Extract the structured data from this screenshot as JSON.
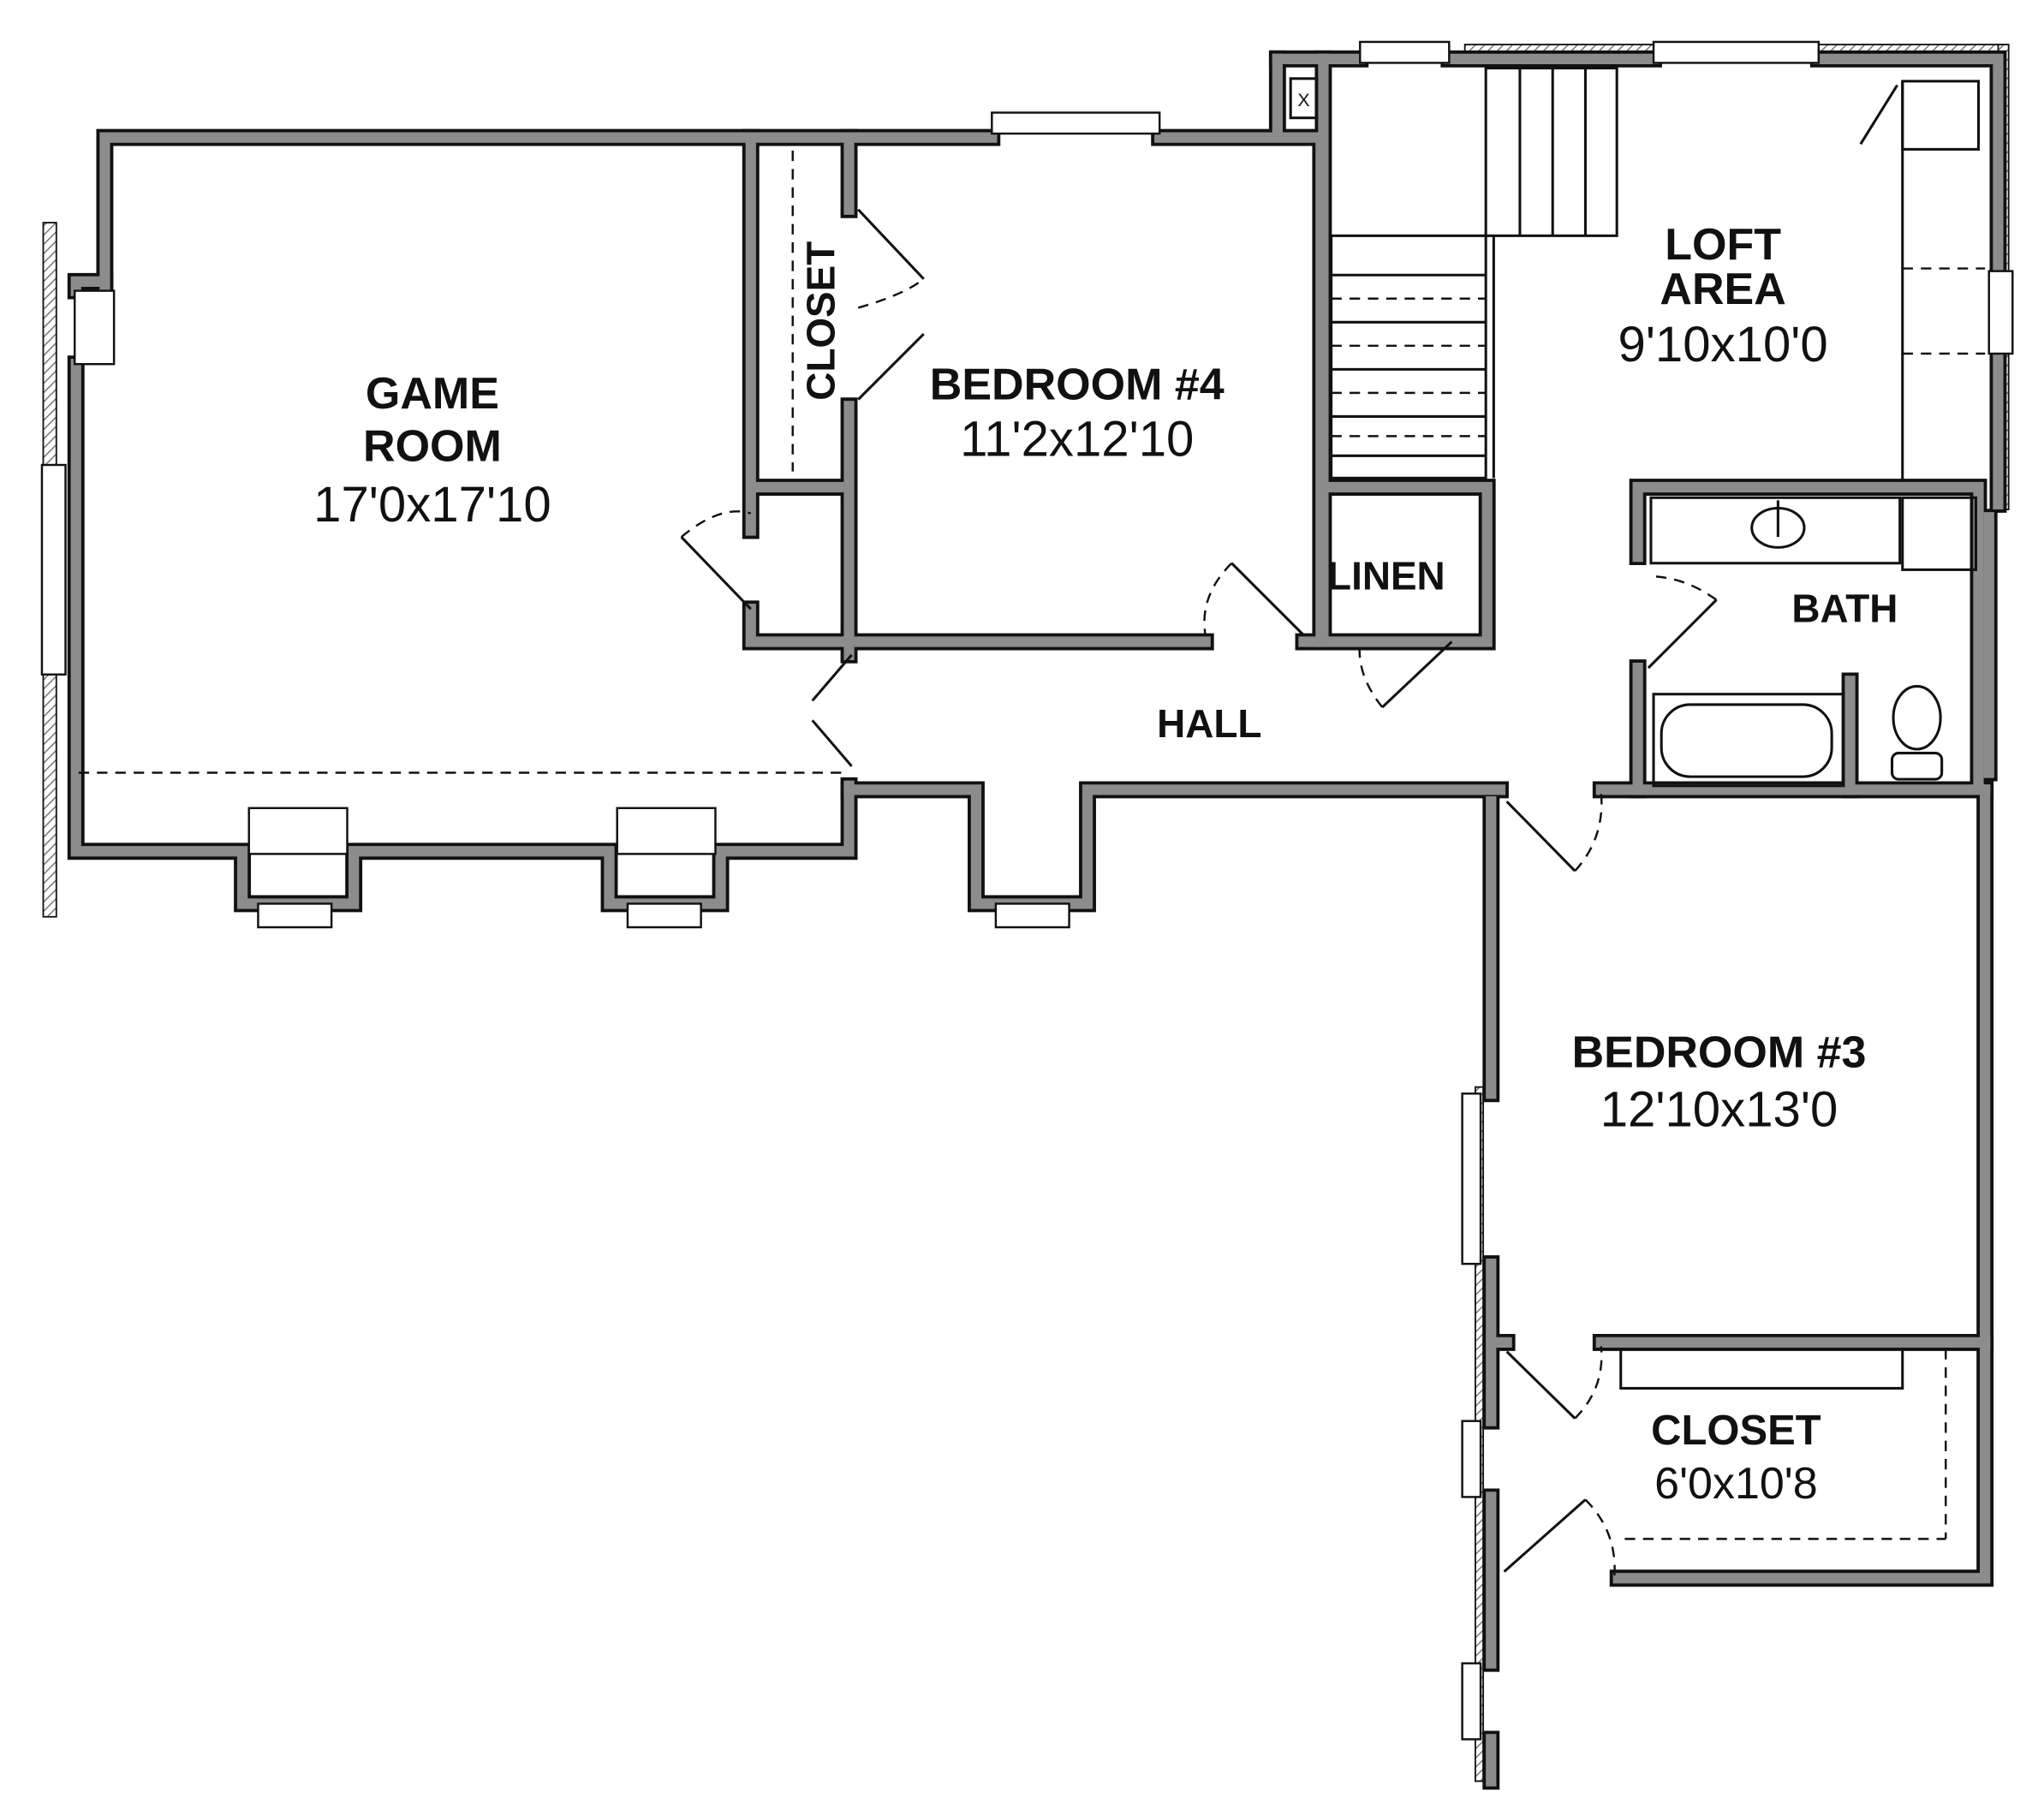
{
  "plan": {
    "rooms": [
      {
        "id": "game-room",
        "name_line1": "GAME",
        "name_line2": "ROOM",
        "size": "17'0x17'10"
      },
      {
        "id": "bedroom-4",
        "name": "BEDROOM #4",
        "size": "11'2x12'10"
      },
      {
        "id": "loft-area",
        "name_line1": "LOFT",
        "name_line2": "AREA",
        "size": "9'10x10'0"
      },
      {
        "id": "bedroom-3",
        "name": "BEDROOM #3",
        "size": "12'10x13'0"
      },
      {
        "id": "closet-master",
        "name": "CLOSET",
        "size": "6'0x10'8"
      }
    ],
    "labels": {
      "closet_vertical": "CLOSET",
      "linen": "LINEN",
      "bath": "BATH",
      "hall": "HALL",
      "chase_mark": "X"
    }
  }
}
